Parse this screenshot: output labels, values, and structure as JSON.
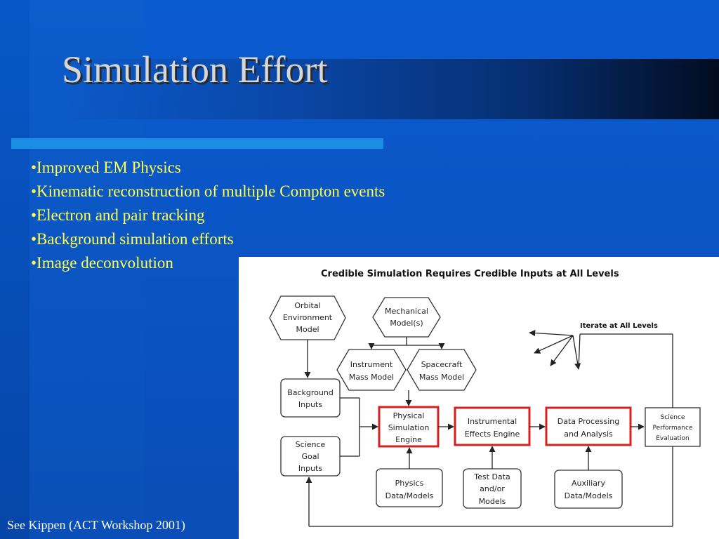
{
  "slide": {
    "title": "Simulation Effort",
    "bullets": [
      "•Improved EM Physics",
      "•Kinematic reconstruction of multiple Compton events",
      "•Electron and pair tracking",
      "•Background simulation efforts",
      "•Image deconvolution"
    ],
    "footer": "See Kippen (ACT Workshop 2001)"
  },
  "diagram": {
    "title": "Credible Simulation Requires Credible Inputs at All Levels",
    "iterate_label": "Iterate at All Levels",
    "nodes": {
      "orbital": [
        "Orbital",
        "Environment",
        "Model"
      ],
      "mechanical": [
        "Mechanical",
        "Model(s)"
      ],
      "instrument_mass": [
        "Instrument",
        "Mass Model"
      ],
      "spacecraft_mass": [
        "Spacecraft",
        "Mass Model"
      ],
      "background": [
        "Background",
        "Inputs"
      ],
      "science_goal": [
        "Science",
        "Goal",
        "Inputs"
      ],
      "physical_sim": [
        "Physical",
        "Simulation",
        "Engine"
      ],
      "instrumental": [
        "Instrumental",
        "Effects Engine"
      ],
      "data_processing": [
        "Data Processing",
        "and Analysis"
      ],
      "science_perf": [
        "Science",
        "Performance",
        "Evaluation"
      ],
      "physics_data": [
        "Physics",
        "Data/Models"
      ],
      "test_data": [
        "Test Data",
        "and/or",
        "Models"
      ],
      "auxiliary": [
        "Auxiliary",
        "Data/Models"
      ]
    }
  },
  "colors": {
    "title": "#d7d7d7",
    "bullet_text": "#ffff4d",
    "accent_bar": "#1a8ee4",
    "highlight_box": "#d62020"
  }
}
